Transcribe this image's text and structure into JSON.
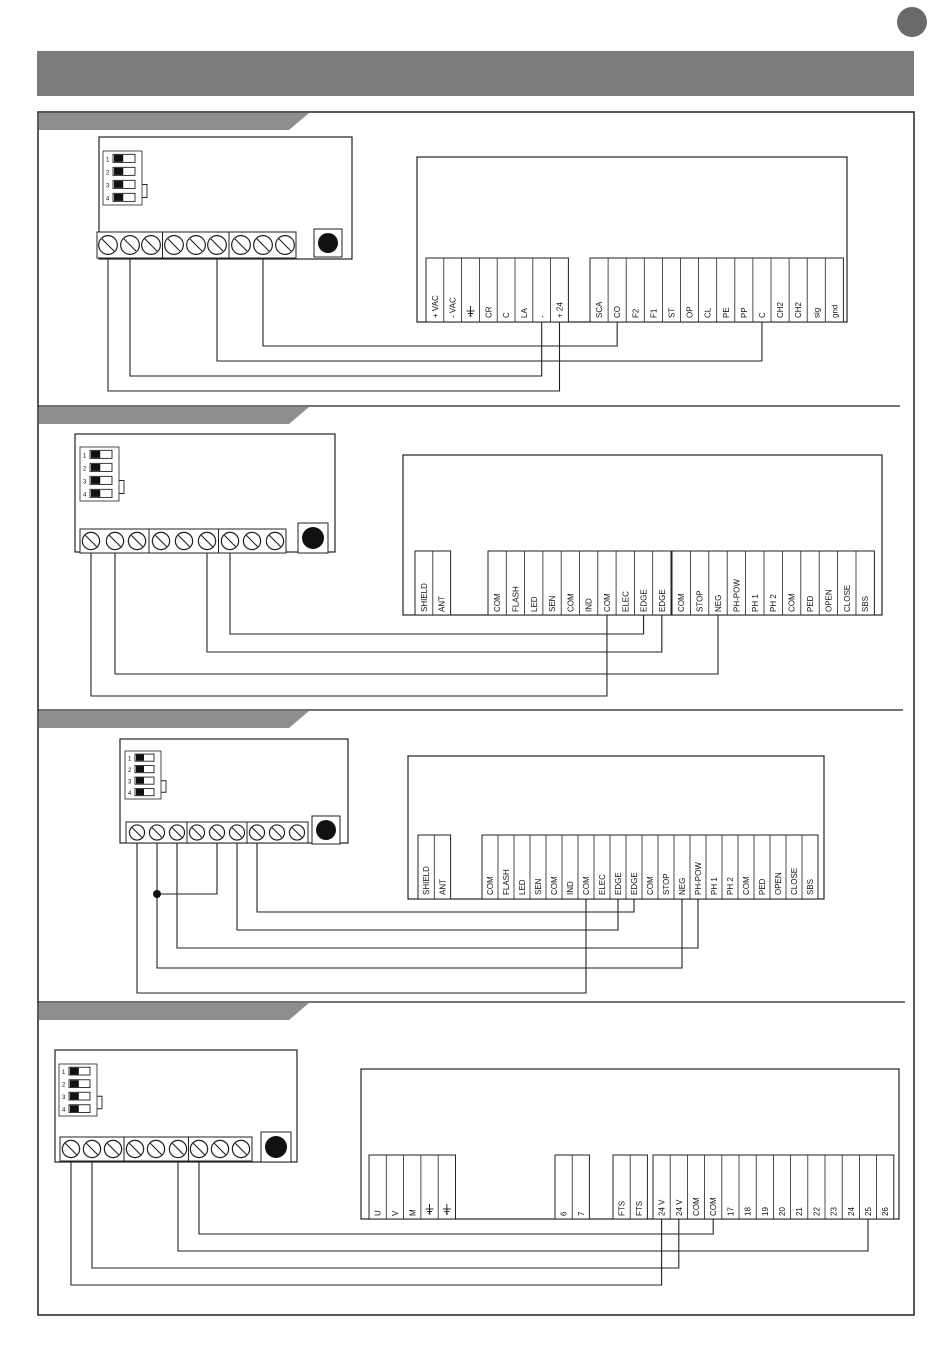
{
  "colors": {
    "header_bar": "#7b7b7b",
    "section_tab": "#8e8e8e",
    "page_badge": "#6a6a6a",
    "line": "#222222"
  },
  "page_badge": {
    "icon": "filled-circle"
  },
  "sections": [
    {
      "id": "s1",
      "dip_switch": {
        "labels": [
          "1",
          "2",
          "3",
          "4"
        ],
        "bracket": [
          3,
          4
        ]
      },
      "receiver_terminals": 9,
      "panel_groups": [
        [
          "+ VAC",
          "- VAC",
          "ground-symbol",
          "CR",
          "C",
          "LA",
          "-",
          "+ 24"
        ],
        [
          "SCA",
          "CO",
          "F2",
          "F1",
          "ST",
          "OP",
          "CL",
          "PE",
          "PP",
          "C",
          "CH2",
          "CH2",
          "sig",
          "gnd"
        ]
      ]
    },
    {
      "id": "s2",
      "dip_switch": {
        "labels": [
          "1",
          "2",
          "3",
          "4"
        ],
        "bracket": [
          3,
          4
        ]
      },
      "receiver_terminals": 9,
      "panel_groups": [
        [
          "SHIELD",
          "ANT"
        ],
        [
          "COM",
          "FLASH",
          "LED",
          "SEN",
          "COM",
          "IND",
          "COM",
          "ELEC",
          "EDGE",
          "EDGE"
        ],
        [
          "COM",
          "STOP",
          "NEG",
          "PH-POW",
          "PH 1",
          "PH 2",
          "COM",
          "PED",
          "OPEN",
          "CLOSE",
          "SBS"
        ]
      ]
    },
    {
      "id": "s3",
      "dip_switch": {
        "labels": [
          "1",
          "2",
          "3",
          "4"
        ],
        "bracket": [
          3,
          4
        ]
      },
      "receiver_terminals": 9,
      "panel_groups": [
        [
          "SHIELD",
          "ANT"
        ],
        [
          "COM",
          "FLASH",
          "LED",
          "SEN",
          "COM",
          "IND",
          "COM",
          "ELEC",
          "EDGE",
          "EDGE",
          "COM",
          "STOP",
          "NEG",
          "PH-POW",
          "PH 1",
          "PH 2",
          "COM",
          "PED",
          "OPEN",
          "CLOSE",
          "SBS"
        ]
      ]
    },
    {
      "id": "s4",
      "dip_switch": {
        "labels": [
          "1",
          "2",
          "3",
          "4"
        ],
        "bracket": [
          3,
          4
        ]
      },
      "receiver_terminals": 9,
      "panel_groups": [
        [
          "U",
          "V",
          "M",
          "ground-symbol",
          "ground-symbol"
        ],
        [
          "6",
          "7"
        ],
        [
          "FTS",
          "FTS"
        ],
        [
          "24 V",
          "24 V",
          "COM",
          "COM",
          "17",
          "18",
          "19",
          "20",
          "21",
          "22",
          "23",
          "24",
          "25",
          "26"
        ]
      ]
    }
  ]
}
